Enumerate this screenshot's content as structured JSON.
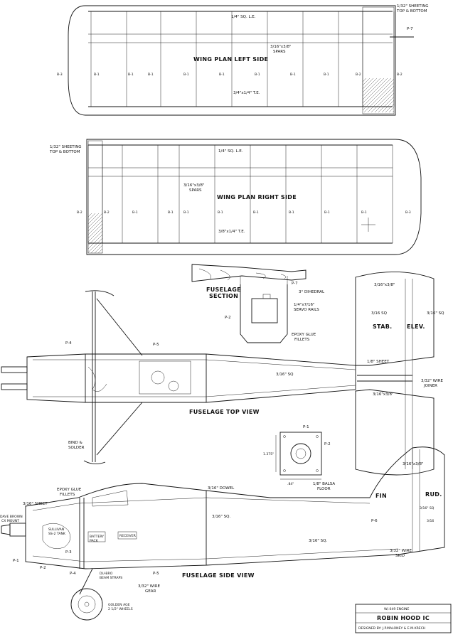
{
  "wing_left": {
    "title": "WING PLAN LEFT SIDE",
    "sheeting": [
      "1/32\" SHEETING",
      "TOP & BOTTOM"
    ],
    "le": "1/4\" SQ. L.E.",
    "spars": [
      "3/16\"x3/8\"",
      "SPARS"
    ],
    "te": "3/4\"x1/4\" T.E.",
    "p7": "P-7",
    "ribs": [
      "B-3",
      "B-1",
      "B-1",
      "B-1",
      "B-1",
      "B-1",
      "B-1",
      "B-1",
      "B-1",
      "B-2",
      "B-2"
    ]
  },
  "wing_right": {
    "title": "WING PLAN RIGHT SIDE",
    "sheeting": [
      "1/32\" SHEETING",
      "TOP & BOTTOM"
    ],
    "le": "1/4\" SQ. L.E.",
    "spars": [
      "3/16\"x3/8\"",
      "SPARS"
    ],
    "te": "3/8\"x1/4\" T.E.",
    "ribs": [
      "B-2",
      "B-2",
      "B-1",
      "B-1",
      "B-1",
      "B-1",
      "B-1",
      "B-1",
      "B-1",
      "B-1",
      "B-3"
    ]
  },
  "fuselage_section": {
    "title": [
      "FUSELAGE",
      "SECTION"
    ],
    "p7": "P-7",
    "dihedral": "3° DIHEDRAL",
    "servo": [
      "1/4\"x7/16\"",
      "SERVO RAILS"
    ],
    "p2": "P-2",
    "epoxy": [
      "EPOXY GLUE",
      "FILLETS"
    ]
  },
  "stab": {
    "spar": "3/16\"x3/8\"",
    "sq1": "3/16 SQ",
    "sq2": "3/16\" SQ",
    "stab": "STAB.",
    "elev": "ELEV.",
    "sheet": "1/8\" SHEET",
    "wire": [
      "3/32\" WIRE",
      "JOINER"
    ],
    "spar2": "3/16\"x3/8\""
  },
  "fuselage_top": {
    "title": "FUSELAGE TOP VIEW",
    "p4": "P-4",
    "p5": "P-5",
    "sq": "3/16\" SQ",
    "solder": [
      "BIND &",
      "SOLDER"
    ]
  },
  "firewall": {
    "p1": "P-1",
    "p2": "P-2",
    "dim": "1.375\"",
    "dim2": ".84\"",
    "floor": [
      "1/8\" BALSA",
      "FLOOR"
    ]
  },
  "fin": {
    "spar": "3/16\"x3/8\"",
    "fin": "FIN",
    "rud": "RUD.",
    "sq": "3/16\" SQ",
    "sq2": "3/16"
  },
  "fuselage_side": {
    "title": "FUSELAGE SIDE VIEW",
    "epoxy": [
      "EPOXY GLUE",
      "FILLETS"
    ],
    "dowel": "3/16\" DOWEL",
    "sheet": "3/16\" SHEET",
    "mount": [
      "DAVE BROWN",
      "CX MOUNT"
    ],
    "tank": [
      "SULLIVAN",
      "SS-2 TANK"
    ],
    "battery": [
      "BATTERY",
      "PACK"
    ],
    "receiver": "RECEIVER",
    "sq1": "3/16\" SQ.",
    "sq2": "3/16\" SQ.",
    "p1": "P-1",
    "p2": "P-2",
    "p3": "P-3",
    "p4": "P-4",
    "p5": "P-5",
    "p6": "P-6",
    "straps": [
      "DU-BRO",
      "BEAM STRAPS"
    ],
    "gear": [
      "3/32\" WIRE",
      "GEAR"
    ],
    "wheels": [
      "GOLDEN AGE",
      "2 1/2\" WHEELS"
    ],
    "skid": [
      "3/32\" WIRE",
      "SKID"
    ]
  },
  "title_block": {
    "engine": "W/.049 ENGINE",
    "name": "ROBIN HOOD IC",
    "designer": "DESIGNED BY: J.P.MALONEY & E.M.KRECH"
  }
}
